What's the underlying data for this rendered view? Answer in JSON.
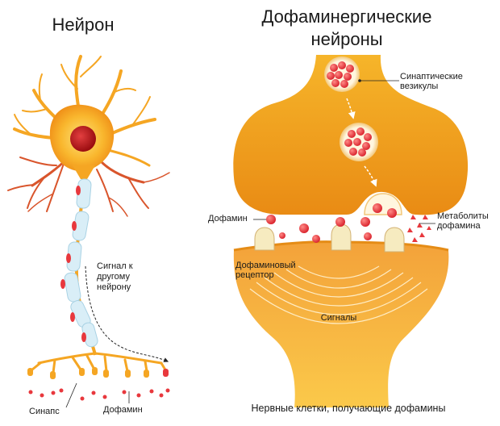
{
  "left_panel": {
    "title": "Нейрон",
    "signal_label_1": "Сигнал к",
    "signal_label_2": "другому",
    "signal_label_3": "нейрону",
    "synapse_label": "Синапс",
    "dopamine_label": "Дофамин"
  },
  "right_panel": {
    "title_line1": "Дофаминергические",
    "title_line2": "нейроны",
    "vesicles_label_1": "Синаптические",
    "vesicles_label_2": "везикулы",
    "dopamine_label": "Дофамин",
    "metabolites_label_1": "Метаболиты",
    "metabolites_label_2": "дофамина",
    "receptor_label_1": "Дофаминовый",
    "receptor_label_2": "рецептор",
    "signals_label": "Сигналы",
    "caption": "Нервные клетки, получающие дофамины"
  },
  "colors": {
    "neuron_orange": "#f5a623",
    "neuron_yellow": "#fbd048",
    "nucleus_red": "#c0151a",
    "dendrite_red": "#d9552c",
    "myelin_blue": "#d6ecf5",
    "dopamine_red": "#e8383d",
    "terminal_dark": "#e8901c",
    "receptor_cream": "#f6ebc0"
  }
}
